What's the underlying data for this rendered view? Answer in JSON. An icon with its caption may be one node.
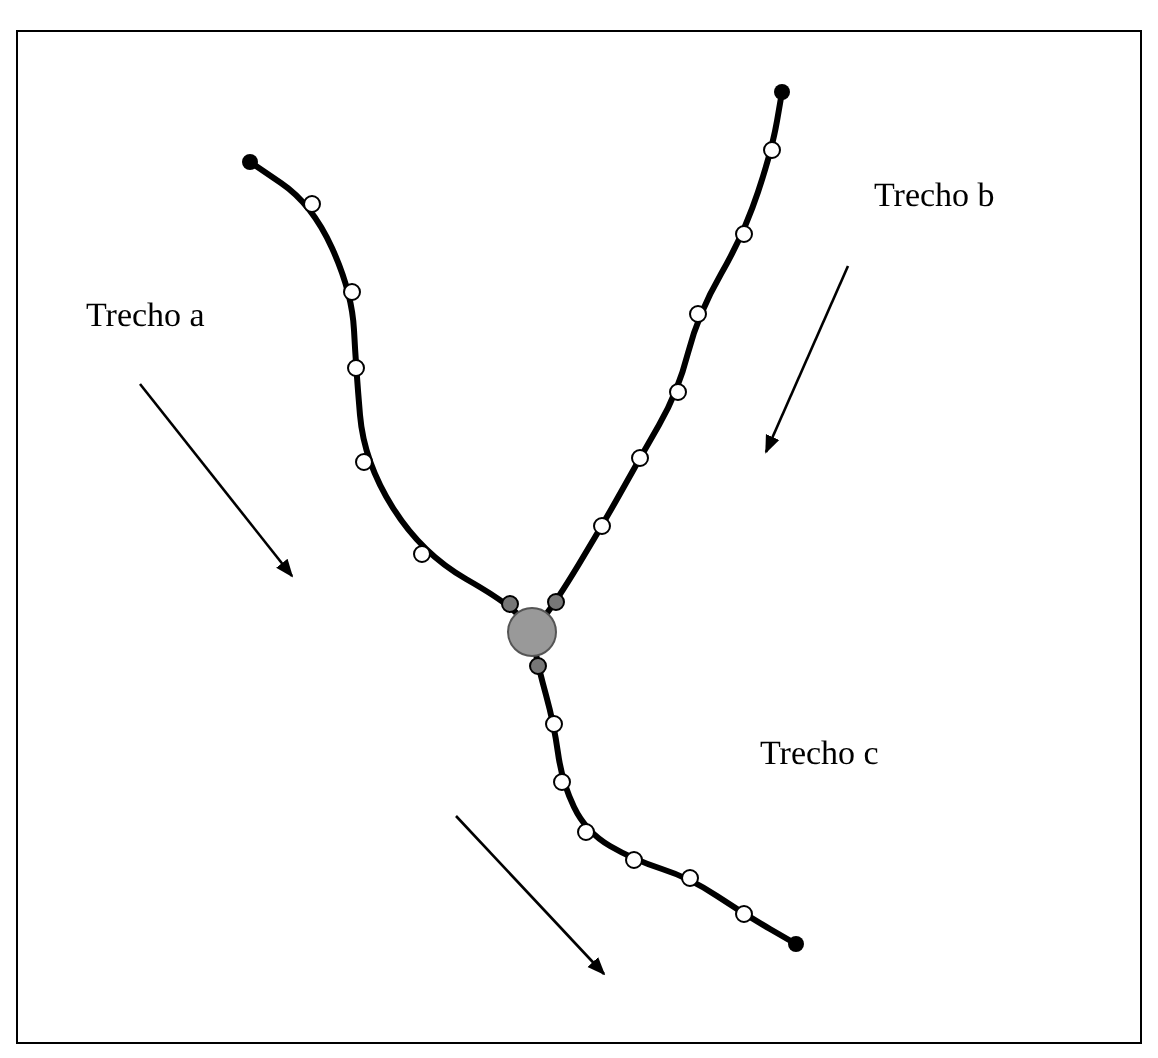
{
  "diagram": {
    "labels": [
      "Trecho b",
      "Trecho a",
      "Trecho c"
    ]
  }
}
